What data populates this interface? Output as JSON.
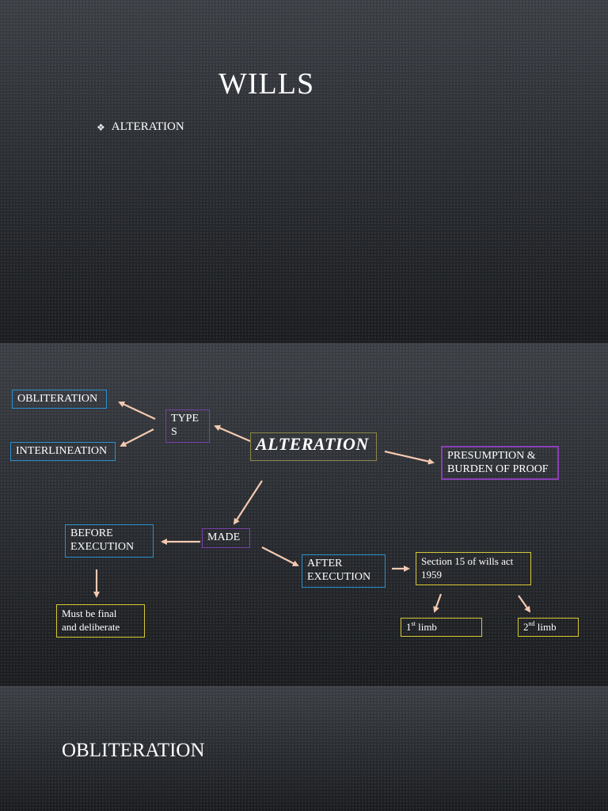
{
  "slide1": {
    "title": "WILLS",
    "bullet_glyph": "❖",
    "bullet_text": "ALTERATION"
  },
  "diagram": {
    "obliteration": "OBLITERATION",
    "interlineation": "INTERLINEATION",
    "types": "TYPE\nS",
    "alteration": "ALTERATION",
    "presumption": "PRESUMPTION &\nBURDEN OF PROOF",
    "made": "MADE",
    "before_execution": "BEFORE\nEXECUTION",
    "after_execution": "AFTER\nEXECUTION",
    "must_be_final": "Must be final\nand deliberate",
    "section15": "Section 15 of wills act\n1959",
    "limb1_num": "1",
    "limb1_sup": "st",
    "limb1_word": " limb",
    "limb2_num": "2",
    "limb2_sup": "nd",
    "limb2_word": " limb",
    "arrow_color": "#f4c9b0"
  },
  "slide3": {
    "title": "OBLITERATION"
  }
}
